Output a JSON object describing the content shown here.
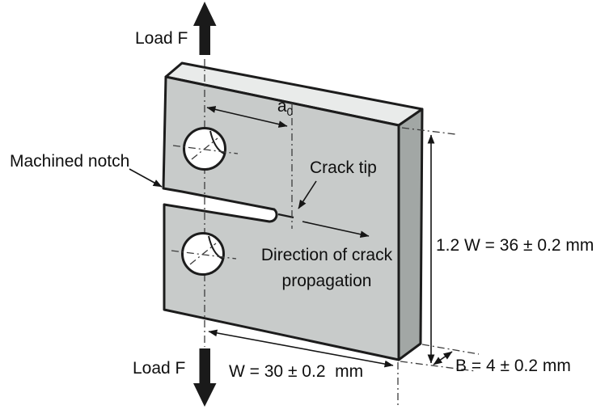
{
  "figure": {
    "type": "engineering-diagram",
    "subject": "Compact tension fracture specimen",
    "labels": {
      "load_top": "Load F",
      "load_bottom": "Load F",
      "machined_notch": "Machined notch",
      "crack_tip": "Crack tip",
      "crack_length_symbol": "a",
      "crack_length_subscript": "0",
      "direction_line1": "Direction of crack",
      "direction_line2": "propagation",
      "width_dimension": "W = 30 ± 0.2  mm",
      "height_dimension": "1.2 W = 36 ± 0.2 mm",
      "thickness_dimension": "B = 4 ± 0.2 mm"
    }
  },
  "colors": {
    "background": "#ffffff",
    "front_face": "#c8cbca",
    "top_face": "#e9ebea",
    "side_face": "#a2a7a5",
    "outline": "#1c1c1c"
  }
}
